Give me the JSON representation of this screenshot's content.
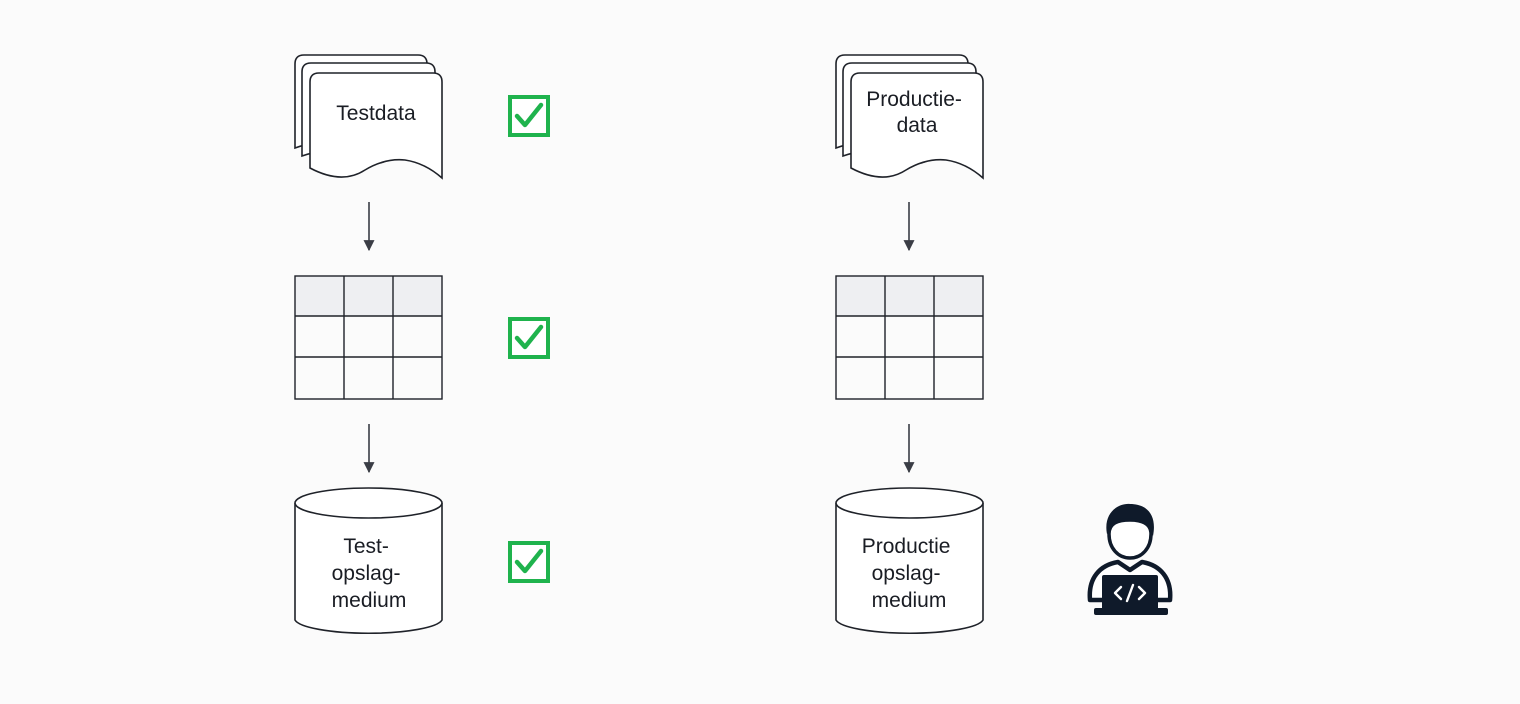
{
  "colors": {
    "stroke": "#1f2229",
    "arrow": "#3a3d45",
    "header_fill": "#eeeff2",
    "check": "#1fb34d",
    "person": "#0f1a2a"
  },
  "icons": [
    "check-icon",
    "developer-icon",
    "code-icon"
  ],
  "test_column": {
    "data_label": "Testdata",
    "storage_lines": [
      "Test-",
      "opslag-",
      "medium"
    ],
    "data_verified": true,
    "table_verified": true,
    "storage_verified": true
  },
  "production_column": {
    "data_lines": [
      "Productie-",
      "data"
    ],
    "storage_lines": [
      "Productie",
      "opslag-",
      "medium"
    ],
    "accessed_by": "developer-icon"
  }
}
